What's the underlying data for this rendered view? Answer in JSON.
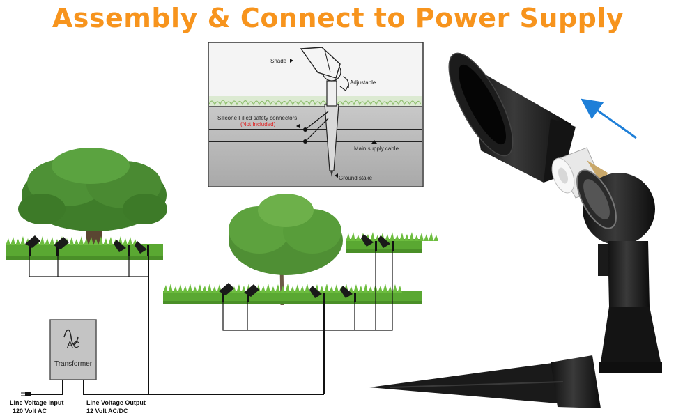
{
  "title": "Assembly & Connect to Power Supply",
  "inset": {
    "shade": "Shade",
    "adjustable": "Adjustable",
    "connectors": "Silicone Filled safety connectors",
    "not_included": "(Not Included)",
    "main_cable": "Main supply cable",
    "ground_stake": "Ground stake"
  },
  "transformer": {
    "ac_label": "AC",
    "name": "Transformer"
  },
  "labels": {
    "input_line1": "Line Voltage Input",
    "input_line2": "120 Volt AC",
    "output_line1": "Line Voltage Output",
    "output_line2": "12 Volt AC/DC"
  },
  "colors": {
    "title": "#f7941d",
    "arrow": "#1e7fd8",
    "grass": "#5aa832",
    "ground": "#bfbfbf"
  }
}
